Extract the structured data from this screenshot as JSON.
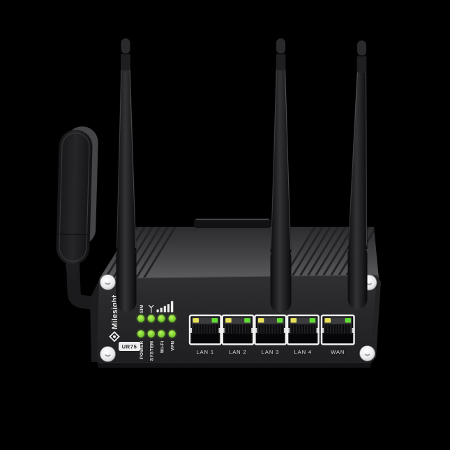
{
  "device": {
    "brand": "Milesight",
    "model": "UR75",
    "kind": "industrial cellular router product photo"
  },
  "front_panel": {
    "indicator_top_label": "SIM",
    "indicator_bottom_labels": [
      "POWER",
      "SYSTEM",
      "Wi-Fi",
      "VPN"
    ],
    "icons": [
      "cellular-antenna-icon",
      "signal-strength-bars-icon"
    ],
    "led_on_color": "#79CE2F",
    "led_glow_color": "#8ee04a"
  },
  "ports": {
    "labels": [
      "LAN 1",
      "LAN 2",
      "LAN 3",
      "LAN 4",
      "WAN"
    ],
    "left_led_color": "#E7E15A",
    "right_led_color": "#62DD33",
    "bezel_color": "#F2F2F2"
  },
  "antennas": {
    "whip_count": 3,
    "paddle_count": 1
  },
  "colors": {
    "background": "#000000",
    "chassis_front": "#28282A",
    "chassis_top": "#525254",
    "screw": "#F0F0F0",
    "label_text": "#E9E9E9"
  }
}
